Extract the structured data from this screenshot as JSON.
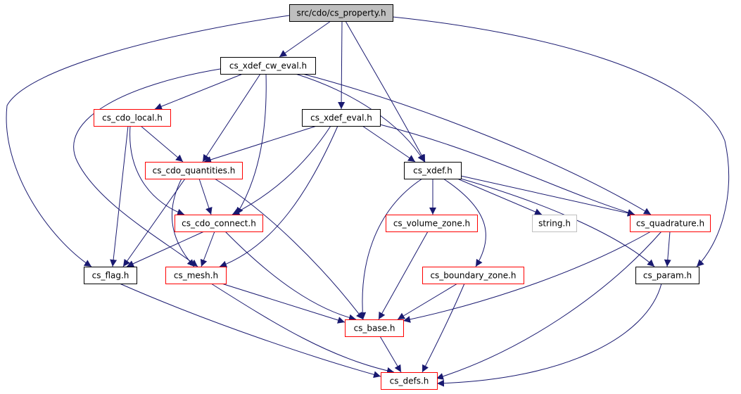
{
  "graph": {
    "nodes": [
      {
        "id": "cs_property",
        "label": "src/cdo/cs_property.h",
        "style": "root"
      },
      {
        "id": "cs_xdef_cw_eval",
        "label": "cs_xdef_cw_eval.h",
        "style": "normal"
      },
      {
        "id": "cs_cdo_local",
        "label": "cs_cdo_local.h",
        "style": "red"
      },
      {
        "id": "cs_xdef_eval",
        "label": "cs_xdef_eval.h",
        "style": "normal"
      },
      {
        "id": "cs_cdo_quantities",
        "label": "cs_cdo_quantities.h",
        "style": "red"
      },
      {
        "id": "cs_xdef",
        "label": "cs_xdef.h",
        "style": "normal"
      },
      {
        "id": "cs_cdo_connect",
        "label": "cs_cdo_connect.h",
        "style": "red"
      },
      {
        "id": "cs_volume_zone",
        "label": "cs_volume_zone.h",
        "style": "red"
      },
      {
        "id": "string",
        "label": "string.h",
        "style": "gray"
      },
      {
        "id": "cs_quadrature",
        "label": "cs_quadrature.h",
        "style": "red"
      },
      {
        "id": "cs_flag",
        "label": "cs_flag.h",
        "style": "normal"
      },
      {
        "id": "cs_mesh",
        "label": "cs_mesh.h",
        "style": "red"
      },
      {
        "id": "cs_boundary_zone",
        "label": "cs_boundary_zone.h",
        "style": "red"
      },
      {
        "id": "cs_param",
        "label": "cs_param.h",
        "style": "normal"
      },
      {
        "id": "cs_base",
        "label": "cs_base.h",
        "style": "red"
      },
      {
        "id": "cs_defs",
        "label": "cs_defs.h",
        "style": "red"
      }
    ],
    "edges": [
      {
        "from": "cs_property",
        "to": "cs_xdef_cw_eval"
      },
      {
        "from": "cs_property",
        "to": "cs_xdef_eval"
      },
      {
        "from": "cs_property",
        "to": "cs_xdef"
      },
      {
        "from": "cs_property",
        "to": "cs_flag"
      },
      {
        "from": "cs_property",
        "to": "cs_param"
      },
      {
        "from": "cs_xdef_cw_eval",
        "to": "cs_cdo_local"
      },
      {
        "from": "cs_xdef_cw_eval",
        "to": "cs_cdo_quantities"
      },
      {
        "from": "cs_xdef_cw_eval",
        "to": "cs_cdo_connect"
      },
      {
        "from": "cs_xdef_cw_eval",
        "to": "cs_mesh"
      },
      {
        "from": "cs_xdef_cw_eval",
        "to": "cs_xdef"
      },
      {
        "from": "cs_xdef_cw_eval",
        "to": "cs_quadrature"
      },
      {
        "from": "cs_cdo_local",
        "to": "cs_cdo_quantities"
      },
      {
        "from": "cs_cdo_local",
        "to": "cs_cdo_connect"
      },
      {
        "from": "cs_cdo_local",
        "to": "cs_flag"
      },
      {
        "from": "cs_xdef_eval",
        "to": "cs_cdo_quantities"
      },
      {
        "from": "cs_xdef_eval",
        "to": "cs_cdo_connect"
      },
      {
        "from": "cs_xdef_eval",
        "to": "cs_mesh"
      },
      {
        "from": "cs_xdef_eval",
        "to": "cs_xdef"
      },
      {
        "from": "cs_xdef_eval",
        "to": "cs_quadrature"
      },
      {
        "from": "cs_cdo_quantities",
        "to": "cs_cdo_connect"
      },
      {
        "from": "cs_cdo_quantities",
        "to": "cs_flag"
      },
      {
        "from": "cs_cdo_quantities",
        "to": "cs_mesh"
      },
      {
        "from": "cs_cdo_quantities",
        "to": "cs_base"
      },
      {
        "from": "cs_xdef",
        "to": "cs_volume_zone"
      },
      {
        "from": "cs_xdef",
        "to": "string"
      },
      {
        "from": "cs_xdef",
        "to": "cs_quadrature"
      },
      {
        "from": "cs_xdef",
        "to": "cs_boundary_zone"
      },
      {
        "from": "cs_xdef",
        "to": "cs_param"
      },
      {
        "from": "cs_xdef",
        "to": "cs_base"
      },
      {
        "from": "cs_cdo_connect",
        "to": "cs_flag"
      },
      {
        "from": "cs_cdo_connect",
        "to": "cs_mesh"
      },
      {
        "from": "cs_cdo_connect",
        "to": "cs_base"
      },
      {
        "from": "cs_volume_zone",
        "to": "cs_base"
      },
      {
        "from": "cs_quadrature",
        "to": "cs_param"
      },
      {
        "from": "cs_quadrature",
        "to": "cs_base"
      },
      {
        "from": "cs_quadrature",
        "to": "cs_defs"
      },
      {
        "from": "cs_flag",
        "to": "cs_defs"
      },
      {
        "from": "cs_mesh",
        "to": "cs_base"
      },
      {
        "from": "cs_mesh",
        "to": "cs_defs"
      },
      {
        "from": "cs_boundary_zone",
        "to": "cs_base"
      },
      {
        "from": "cs_boundary_zone",
        "to": "cs_defs"
      },
      {
        "from": "cs_param",
        "to": "cs_defs"
      },
      {
        "from": "cs_base",
        "to": "cs_defs"
      }
    ]
  },
  "colors": {
    "edge": "#191970",
    "root_fill": "#bfbfbf",
    "normal_border": "#000000",
    "red_border": "#ff0000",
    "gray_border": "#bfbfbf",
    "box_fill": "#ffffff"
  }
}
